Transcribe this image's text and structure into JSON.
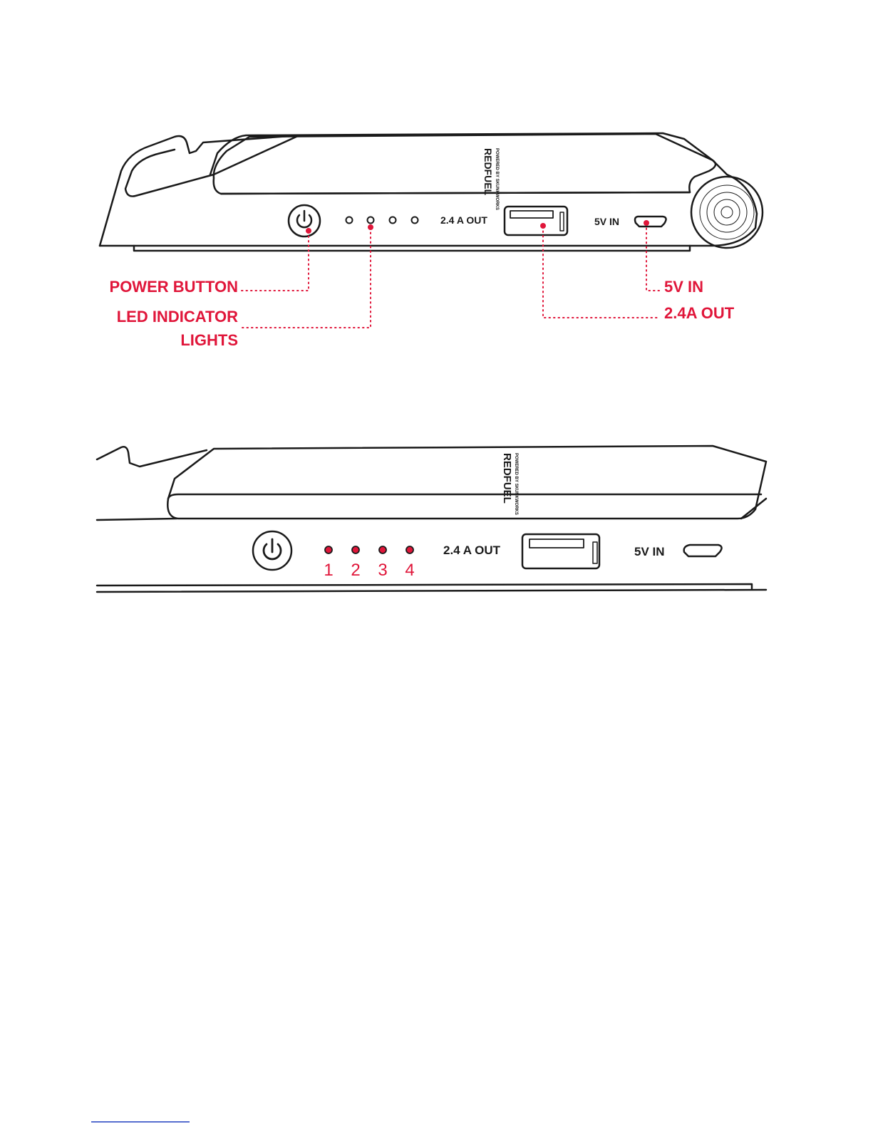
{
  "diagram_top": {
    "brand_name": "REDFUEL",
    "brand_tagline": "POWERED BY SKUNKWORKS",
    "port_label_out": "2.4 A OUT",
    "port_label_in": "5V IN",
    "callouts": {
      "power_button": "POWER BUTTON",
      "led_line1": "LED INDICATOR",
      "led_line2": "LIGHTS",
      "input": "5V IN",
      "output": "2.4A OUT"
    }
  },
  "diagram_bottom": {
    "brand_name": "REDFUEL",
    "brand_tagline": "POWERED BY SKUNKWORKS",
    "port_label_out": "2.4 A OUT",
    "port_label_in": "5V IN",
    "led_numbers": [
      "1",
      "2",
      "3",
      "4"
    ]
  },
  "colors": {
    "accent": "#e0163a",
    "outline": "#1a1a1a",
    "background": "#ffffff",
    "footer_link": "#1f3fbf"
  }
}
